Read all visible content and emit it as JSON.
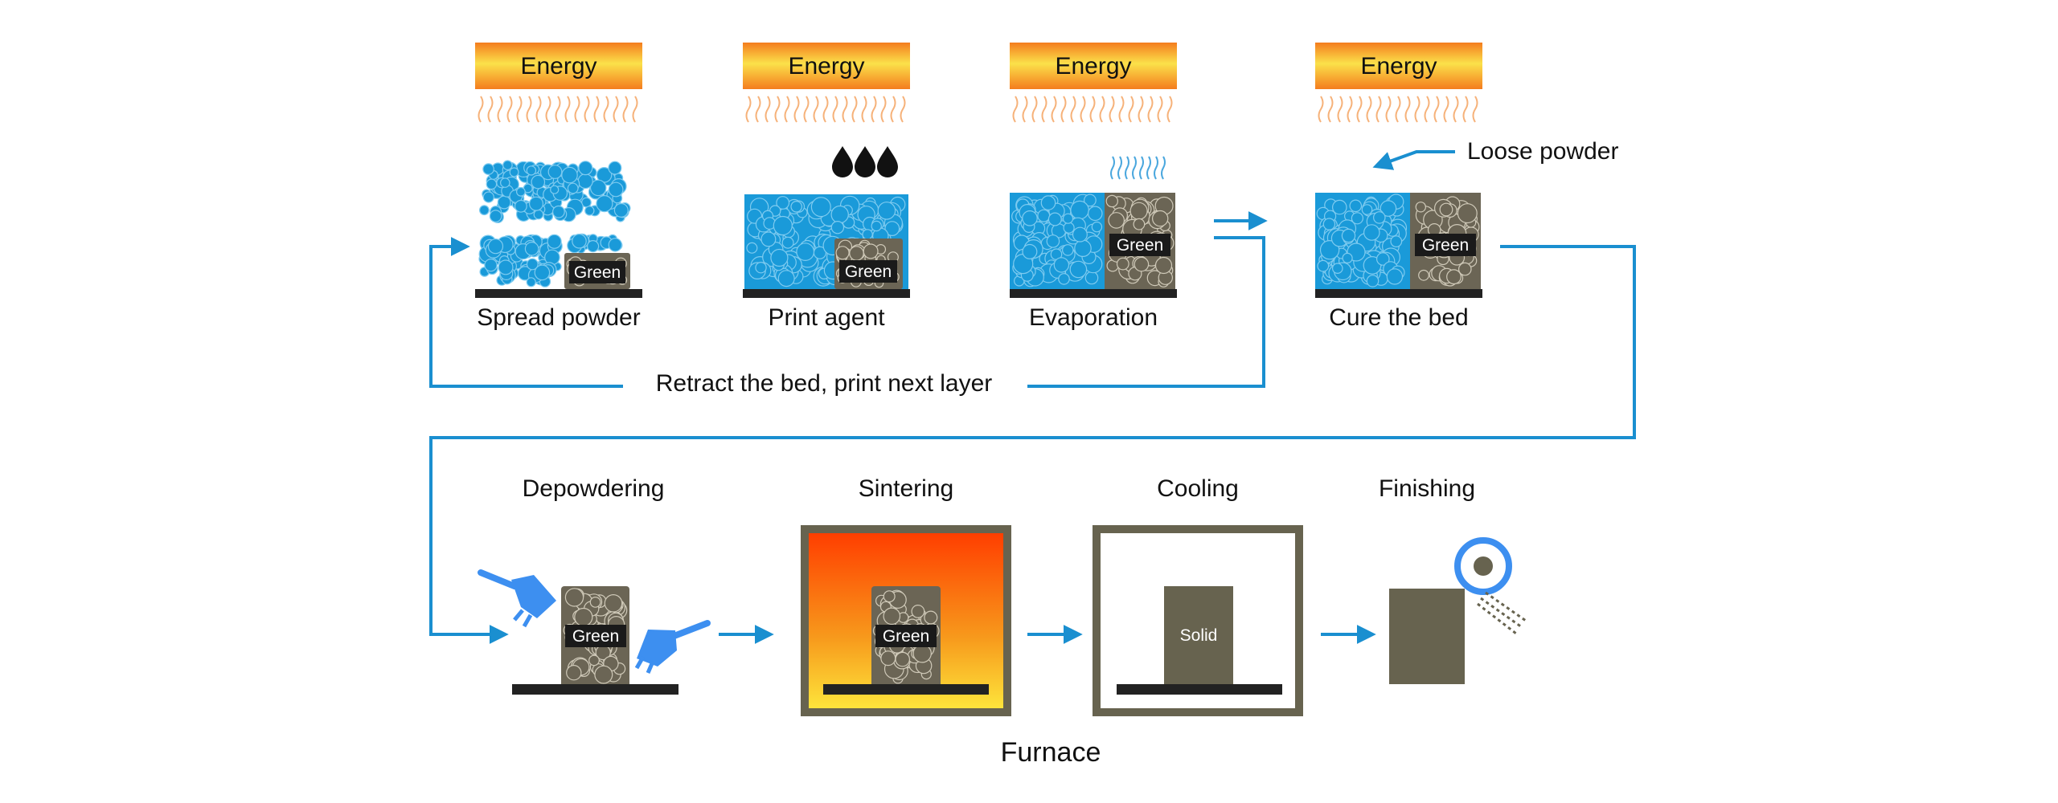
{
  "colors": {
    "flow": "#1a8fd0",
    "powder": "#1a9ad9",
    "green_part": "#6b6555",
    "solid": "#67634f",
    "bed": "#222222",
    "ink": "#111111",
    "energy_top": "#fbe14a",
    "energy_bottom": "#f47c1e",
    "furnace_hot": "#ff3e00",
    "furnace_warm": "#fde43b",
    "frame": "#67634f",
    "tool": "#3d8ff0"
  },
  "energy_label": "Energy",
  "green_label": "Green",
  "solid_label": "Solid",
  "steps_top": [
    {
      "label": "Spread powder"
    },
    {
      "label": "Print agent"
    },
    {
      "label": "Evaporation"
    },
    {
      "label": "Cure the bed"
    }
  ],
  "loose_powder_label": "Loose powder",
  "loop_label": "Retract the bed, print next layer",
  "steps_bottom": [
    {
      "label": "Depowdering"
    },
    {
      "label": "Sintering"
    },
    {
      "label": "Cooling"
    },
    {
      "label": "Finishing"
    }
  ],
  "furnace_label": "Furnace",
  "icons": [
    "energy-bar-icon",
    "heat-wave-icon",
    "ink-drop-icon",
    "vapor-icon",
    "brush-icon",
    "magnifier-icon",
    "arrow-icon"
  ]
}
